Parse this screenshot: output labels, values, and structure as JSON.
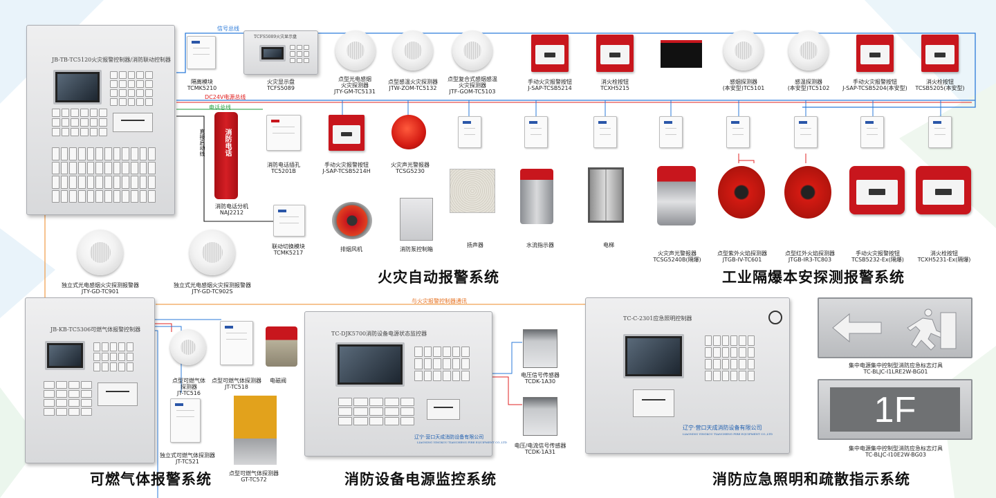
{
  "colors": {
    "blue": "#2a7ad9",
    "red": "#e02020",
    "green": "#1f9a3a",
    "black": "#111111",
    "orange": "#f0a050"
  },
  "buses": {
    "signal": "信号总线",
    "dc24v": "DC24V电源总线",
    "phone": "电话总线",
    "direct": "直接启动线",
    "comm": "与火灾报警控制器通讯"
  },
  "panels": {
    "fire_controller": "JB-TB-TC5120火灾报警控制器/消防联动控制器",
    "gas_controller": "JB-KB-TC5306可燃气体报警控制器",
    "power_monitor": "TC-DJK5700消防设备电源状态监控器",
    "power_monitor_brand": "辽宁·营口天成消防设备有限公司",
    "power_monitor_brand_en": "LIAONING YINGKOU TIANCHENG FIRE EQUIPMENT CO.,LTD",
    "emergency_light": "TC-C-2301应急照明控制器",
    "emergency_light_brand": "辽宁·营口天成消防设备有限公司",
    "emergency_light_brand_en": "LIAONING YINGKOU TIANCHENG FIRE EQUIPMENT CO.,LTD",
    "display_panel": "TCFS5089火灾显示盘",
    "phone_device": "消防电话",
    "sign_floor": "1F"
  },
  "top_row": [
    {
      "name": "隔离模块",
      "model": "TCMK5210"
    },
    {
      "name": "火灾显示盘",
      "model": "TCFS5089"
    },
    {
      "name": "点型光电感烟",
      "name2": "火灾探测器",
      "model": "JTY-GM-TC5131"
    },
    {
      "name": "点型感温火灾探测器",
      "model": "JTW-ZOM-TC5132"
    },
    {
      "name": "点型复合式感烟感温",
      "name2": "火灾探测器",
      "model": "JTF-GOM-TC5103"
    },
    {
      "name": "手动火灾报警按钮",
      "model": "J-SAP-TCSB5214"
    },
    {
      "name": "消火栓按钮",
      "model": "TCXH5215"
    },
    {
      "name": "感烟探测器",
      "name2": "(本安型)TC5101"
    },
    {
      "name": "感温探测器",
      "name2": "(本安型)TC5102"
    },
    {
      "name": "手动火灾报警按钮",
      "name2": "J-SAP-TCSB5204(本安型)"
    },
    {
      "name": "消火栓按钮",
      "name2": "TCSB5205(本安型)"
    }
  ],
  "mid_row": [
    {
      "name": "消防电话插孔",
      "model": "TC5201B"
    },
    {
      "name": "手动火灾报警按钮",
      "model": "J-SAP-TCSB5214H"
    },
    {
      "name": "火灾声光警报器",
      "model": "TCSG5230"
    },
    {
      "name": "消防电话分机",
      "model": "NAJ2212"
    }
  ],
  "bottom_row": [
    {
      "name": "联动切换模块",
      "model": "TCMK5217"
    },
    {
      "name": "排烟风机"
    },
    {
      "name": "消防泵控制箱"
    },
    {
      "name": "扬声器"
    },
    {
      "name": "水流指示器"
    },
    {
      "name": "电梯"
    },
    {
      "name": "火灾声光警报器",
      "model": "TCSG5240B(隔爆)"
    },
    {
      "name": "点型紫外火焰探测器",
      "model": "JTGB-IV-TC601"
    },
    {
      "name": "点型红外火焰探测器",
      "model": "JTGB-IR3-TC803"
    },
    {
      "name": "手动火灾报警按钮",
      "model": "TCSB5232-Ex(隔爆)"
    },
    {
      "name": "消火栓按钮",
      "model": "TCXH5231-Ex(隔爆)"
    }
  ],
  "standalone": [
    {
      "name": "独立式光电感烟火灾探测报警器",
      "model": "JTY-GD-TC901"
    },
    {
      "name": "独立式光电感烟火灾探测报警器",
      "model": "JTY-GD-TC902S"
    }
  ],
  "gas_devices": [
    {
      "name": "点型可燃气体",
      "name2": "探测器",
      "model": "JT-TC516"
    },
    {
      "name": "点型可燃气体探测器",
      "model": "JT-TC518"
    },
    {
      "name": "电磁阀"
    },
    {
      "name": "独立式可燃气体探测器",
      "model": "JT-TC521"
    },
    {
      "name": "点型可燃气体探测器",
      "model": "GT-TC572"
    }
  ],
  "sensors": [
    {
      "name": "电压信号传感器",
      "model": "TCDK-1A30"
    },
    {
      "name": "电压/电流信号传感器",
      "model": "TCDK-1A31"
    }
  ],
  "signs": [
    {
      "name": "集中电源集中控制型消防应急标志灯具",
      "model": "TC-BLJC-I1LRE2W-BG01"
    },
    {
      "name": "集中电源集中控制型消防应急标志灯具",
      "model": "TC-BLJC-I10E2W-BG03"
    }
  ],
  "titles": {
    "fire": "火灾自动报警系统",
    "industrial": "工业隔爆本安探测报警系统",
    "gas": "可燃气体报警系统",
    "power": "消防设备电源监控系统",
    "emergency": "消防应急照明和疏散指示系统"
  }
}
